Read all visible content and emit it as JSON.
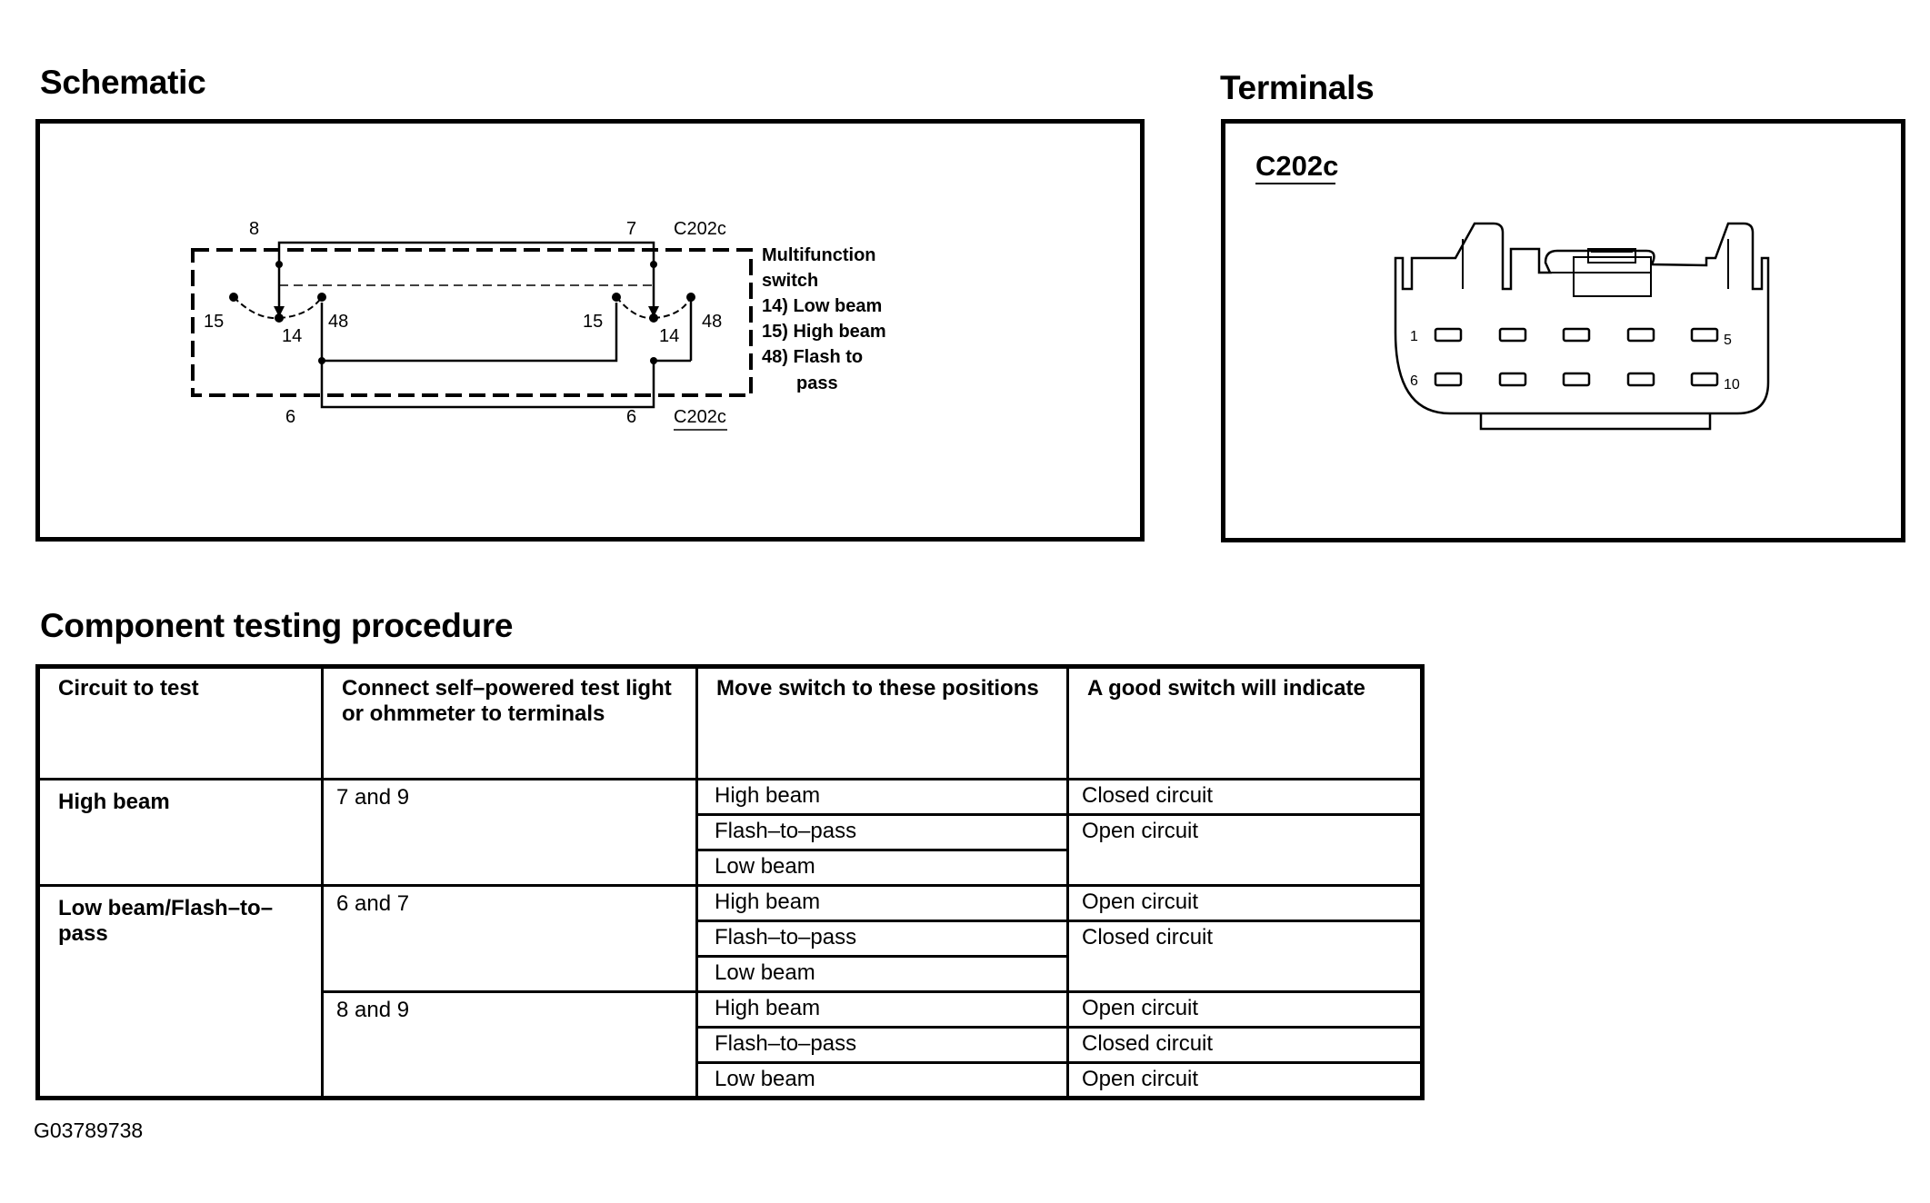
{
  "schematic": {
    "heading": "Schematic",
    "connector_top": "C202c",
    "connector_bottom": "C202c",
    "pin_labels": {
      "top_left": "8",
      "top_right": "7",
      "bottom_left": "6",
      "bottom_right": "6",
      "left_15": "15",
      "left_14": "14",
      "left_48": "48",
      "right_15": "15",
      "right_14": "14",
      "right_48": "48"
    },
    "legend": {
      "title_line1": "Multifunction",
      "title_line2": "switch",
      "item1": "14) Low beam",
      "item2": "15) High beam",
      "item3": "48) Flash to",
      "item3_cont": "pass"
    }
  },
  "terminals": {
    "heading": "Terminals",
    "connector_name": "C202c",
    "pin_1": "1",
    "pin_5": "5",
    "pin_6": "6",
    "pin_10": "10"
  },
  "procedure": {
    "heading": "Component testing procedure",
    "headers": [
      "Circuit to test",
      "Connect self–powered test light or ohmmeter to terminals",
      "Move switch to these positions",
      "A good switch will indicate"
    ],
    "groups": [
      {
        "circuit": "High beam",
        "tests": [
          {
            "terminals": "7 and 9",
            "positions": [
              "High beam",
              "Flash–to–pass",
              "Low beam"
            ],
            "indications": [
              "Closed circuit",
              "Open circuit"
            ]
          }
        ]
      },
      {
        "circuit": "Low beam/Flash–to–pass",
        "tests": [
          {
            "terminals": "6 and 7",
            "positions": [
              "High beam",
              "Flash–to–pass",
              "Low beam"
            ],
            "indications": [
              "Open circuit",
              "Closed circuit"
            ]
          },
          {
            "terminals": "8 and 9",
            "positions": [
              "High beam",
              "Flash–to–pass",
              "Low beam"
            ],
            "indications": [
              "Open circuit",
              "Closed circuit",
              "Open circuit"
            ]
          }
        ]
      }
    ]
  },
  "figure_id": "G03789738"
}
